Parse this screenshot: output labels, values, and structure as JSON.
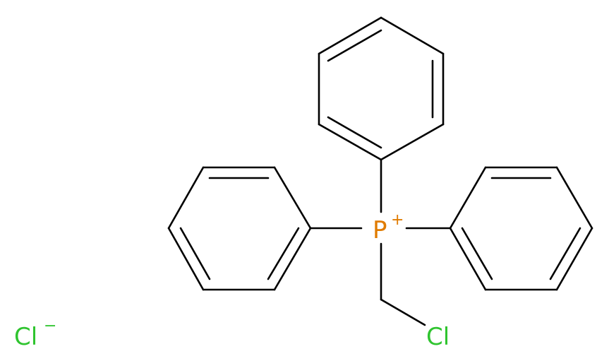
{
  "structure": {
    "phosphorus": {
      "symbol": "P",
      "charge": "+"
    },
    "substituent_chlorine": {
      "symbol": "Cl"
    },
    "counter_ion": {
      "symbol": "Cl",
      "charge": "−"
    }
  },
  "colors": {
    "bond": "#000000",
    "phosphorus": "#e07b00",
    "chlorine": "#2fc42f"
  }
}
